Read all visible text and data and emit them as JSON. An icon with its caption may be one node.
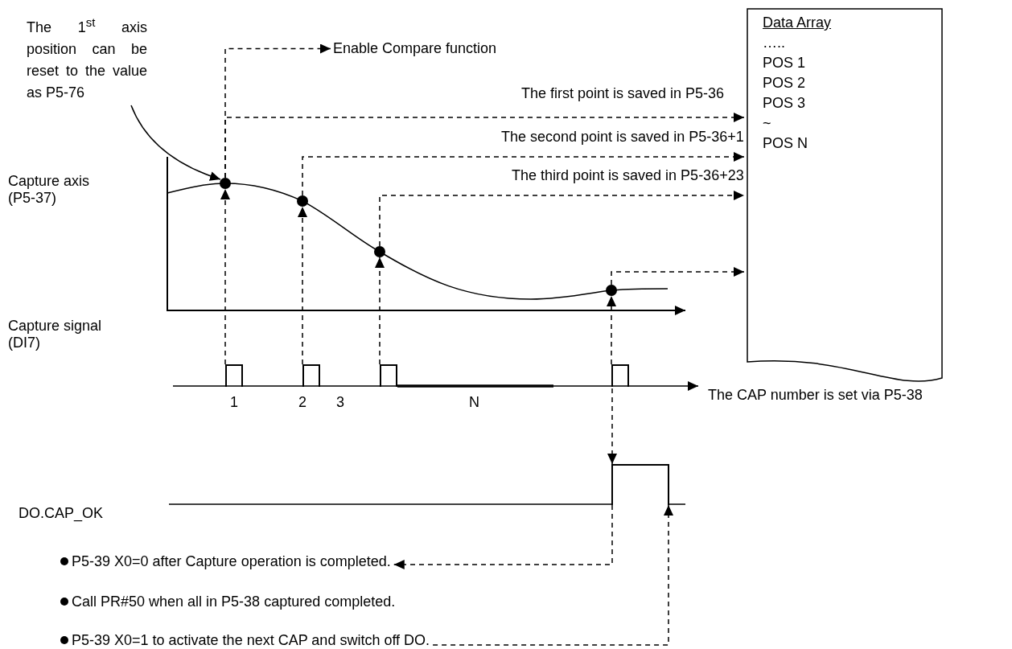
{
  "diagram": {
    "nodes": [
      {
        "text": [
          "The 1$^{st}$ axis position can be reset to the value as P5-76"
        ]
      },
      {
        "text": [
          "Enable Compare function"
        ]
      },
      {
        "text": [
          "Data Array",
          "…..",
          "POS 1",
          "POS 2",
          "POS 3",
          "~",
          "POS N"
        ]
      },
      {
        "text": [],
        "shape": "circle"
      },
      {
        "text": [],
        "shape": "circle"
      },
      {
        "text": [],
        "shape": "circle"
      },
      {
        "text": [],
        "shape": "circle"
      },
      {
        "text": [],
        "shape": "pulse"
      },
      {
        "text": [],
        "shape": "pulse"
      },
      {
        "text": [],
        "shape": "pulse"
      },
      {
        "text": [],
        "shape": "pulse"
      },
      {
        "text": [],
        "shape": "pulse"
      },
      {
        "text": [
          "P5-39 X0=0 after Capture operation is completed."
        ]
      },
      {
        "text": [
          "P5-39 X0=1 to activate the next CAP and switch off DO."
        ]
      }
    ],
    "edges": [
      {
        "from": 0,
        "to": 3,
        "arrow": "to"
      },
      {
        "from": 7,
        "to": 3,
        "arrow": "to",
        "style": "dashed"
      },
      {
        "from": 3,
        "to": 1,
        "arrow": "to",
        "style": "dashed"
      },
      {
        "from": 3,
        "to": 2,
        "arrow": "to",
        "style": "dashed",
        "label": "The first point is saved in P5-36"
      },
      {
        "from": 8,
        "to": 4,
        "arrow": "to",
        "style": "dashed"
      },
      {
        "from": 4,
        "to": 2,
        "arrow": "to",
        "style": "dashed",
        "label": "The second point is saved in P5-36+1"
      },
      {
        "from": 9,
        "to": 5,
        "arrow": "to",
        "style": "dashed"
      },
      {
        "from": 5,
        "to": 2,
        "arrow": "to",
        "style": "dashed",
        "label": "The third point is saved in P5-36+23"
      },
      {
        "from": 10,
        "to": 6,
        "arrow": "to",
        "style": "dashed"
      },
      {
        "from": 6,
        "to": 2,
        "arrow": "to",
        "style": "dashed"
      },
      {
        "from": 10,
        "to": 11,
        "arrow": "to",
        "style": "dashed"
      },
      {
        "from": 11,
        "to": 12,
        "arrow": "to",
        "style": "dashed"
      },
      {
        "from": 13,
        "to": 11,
        "arrow": "to",
        "style": "dashed"
      }
    ],
    "labels": [
      "Capture axis (P5-37)",
      "Capture signal (DI7)",
      "1",
      "2",
      "3",
      "N",
      "The CAP number is set via P5-38",
      "DO.CAP_OK",
      "Call PR#50 when all in P5-38 captured completed."
    ]
  }
}
